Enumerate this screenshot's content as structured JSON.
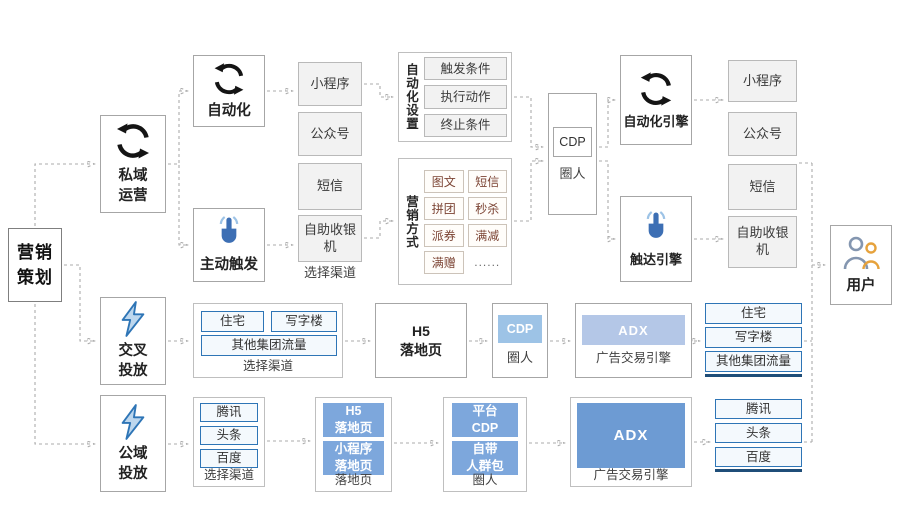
{
  "colors": {
    "accent_blue": "#2e75b6",
    "dark_navy": "#1f4e79",
    "mid_blue": "#7da7dc",
    "light_blue": "#9dc3e6",
    "adx_light": "#b4c7e7",
    "adx_dark": "#6d9bd3"
  },
  "plan": {
    "label": [
      "营销",
      "策划"
    ]
  },
  "row1": {
    "private_ops": {
      "label": [
        "私域",
        "运营"
      ]
    },
    "automation": {
      "label": "自动化"
    },
    "manual_trigger": {
      "label": "主动触发"
    },
    "channel_select": {
      "caption": "选择渠道",
      "items": [
        "小程序",
        "公众号",
        "短信",
        "自助收银机"
      ]
    },
    "automation_settings": {
      "label": "自动化设置",
      "items": [
        "触发条件",
        "执行动作",
        "终止条件"
      ]
    },
    "marketing_methods": {
      "label": "营销方式",
      "items": [
        "图文",
        "短信",
        "拼团",
        "秒杀",
        "派券",
        "满减",
        "满赠",
        "......"
      ]
    },
    "cdp": {
      "box": "CDP",
      "caption": "圈人"
    },
    "automation_engine": {
      "label": "自动化引擎"
    },
    "reach_engine": {
      "label": "触达引擎"
    },
    "channels_out": [
      "小程序",
      "公众号",
      "短信",
      "自助收银机"
    ]
  },
  "row2": {
    "cross_launch": {
      "label": [
        "交叉",
        "投放"
      ]
    },
    "channel_select": {
      "caption": "选择渠道",
      "items": [
        "住宅",
        "写字楼",
        "其他集团流量"
      ]
    },
    "landing": {
      "line1": "H5",
      "line2": "落地页"
    },
    "cdp": {
      "box": "CDP",
      "caption": "圈人"
    },
    "adx": {
      "box": "ADX",
      "caption": "广告交易引擎"
    },
    "channels_out": [
      "住宅",
      "写字楼",
      "其他集团流量"
    ]
  },
  "row3": {
    "public_launch": {
      "label": [
        "公域",
        "投放"
      ]
    },
    "channel_select": {
      "caption": "选择渠道",
      "items": [
        "腾讯",
        "头条",
        "百度"
      ]
    },
    "landing": {
      "caption": "落地页",
      "items": [
        [
          "H5",
          "落地页"
        ],
        [
          "小程序",
          "落地页"
        ]
      ]
    },
    "audience": {
      "caption": "圈人",
      "items": [
        [
          "平台",
          "CDP"
        ],
        [
          "自带",
          "人群包"
        ]
      ]
    },
    "adx": {
      "box": "ADX",
      "caption": "广告交易引擎"
    },
    "channels_out": [
      "腾讯",
      "头条",
      "百度"
    ]
  },
  "user": {
    "label": "用户"
  }
}
